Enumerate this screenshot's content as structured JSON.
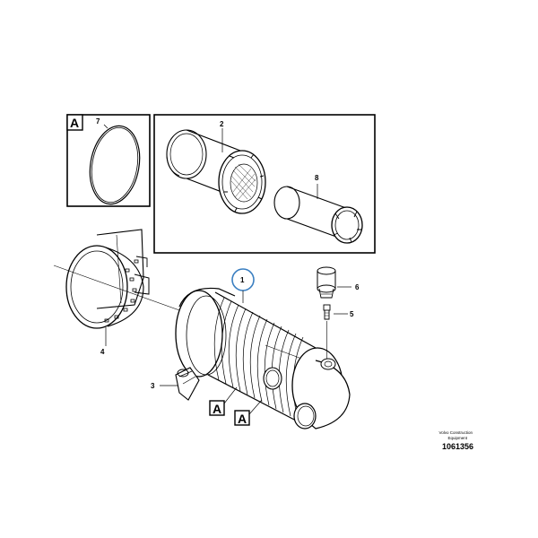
{
  "detail_box_letter": "A",
  "callouts": {
    "p1": "1",
    "p2": "2",
    "p3": "3",
    "p4": "4",
    "p5": "5",
    "p6": "6",
    "p7": "7",
    "p8": "8"
  },
  "ref_letter_1": "A",
  "ref_letter_2": "A",
  "brand_line_1": "Volvo Construction",
  "brand_line_2": "Equipment",
  "drawing_number": "1061356",
  "colors": {
    "ink": "#000000",
    "highlight_circle": "#3a7fc1"
  }
}
